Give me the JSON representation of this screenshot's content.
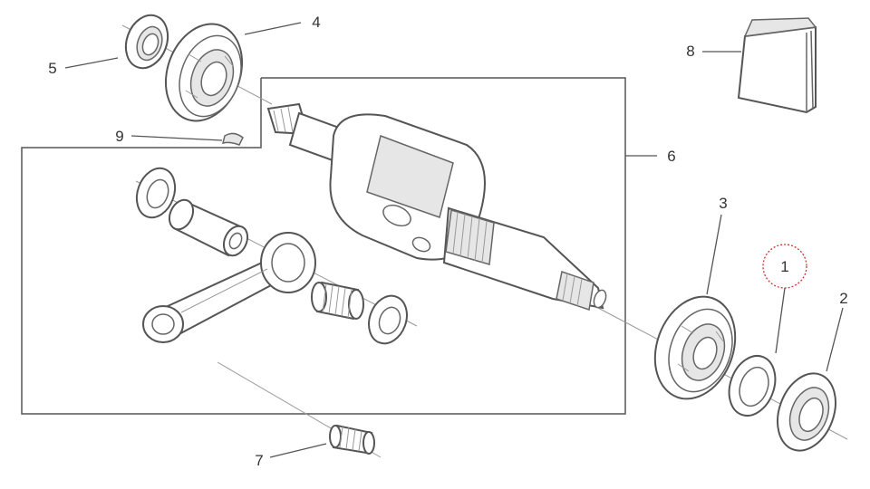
{
  "callouts": [
    {
      "id": "1",
      "label": "1",
      "highlighted": true
    },
    {
      "id": "2",
      "label": "2"
    },
    {
      "id": "3",
      "label": "3"
    },
    {
      "id": "4",
      "label": "4"
    },
    {
      "id": "5",
      "label": "5"
    },
    {
      "id": "6",
      "label": "6"
    },
    {
      "id": "7",
      "label": "7"
    },
    {
      "id": "8",
      "label": "8"
    },
    {
      "id": "9",
      "label": "9"
    }
  ],
  "colors": {
    "line": "#555555",
    "highlight_circle": "#cc3333",
    "background": "#ffffff"
  }
}
